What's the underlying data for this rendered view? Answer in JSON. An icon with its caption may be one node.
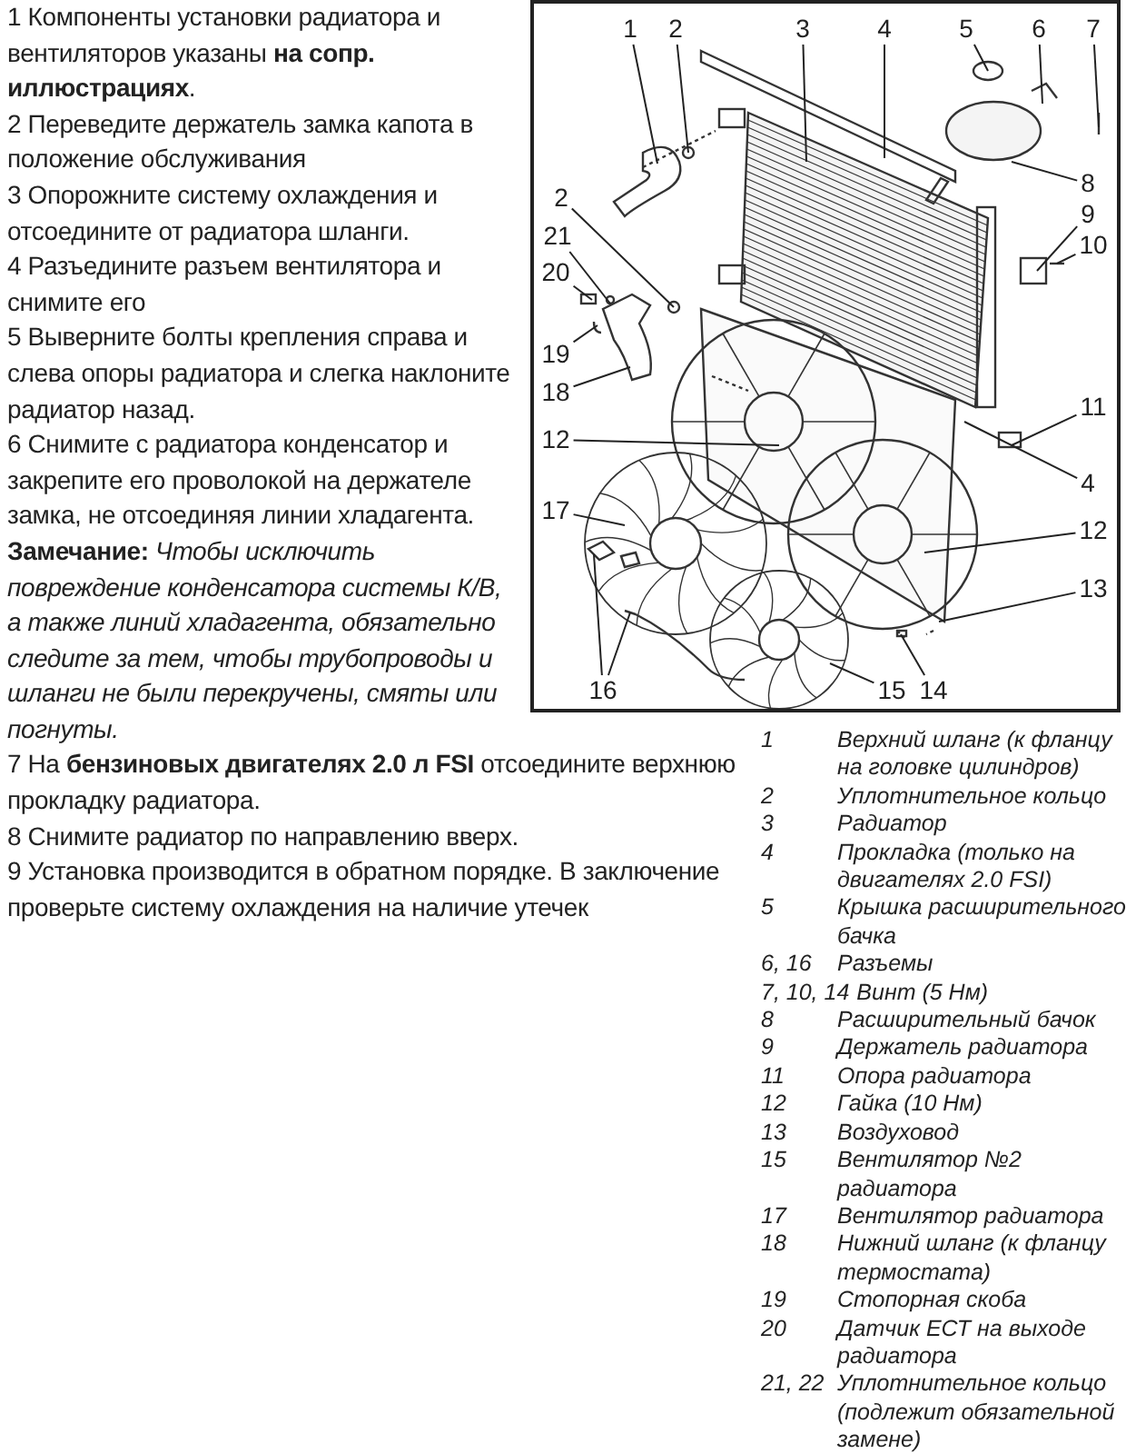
{
  "diagram": {
    "nodes": [
      {
        "text": [
          "1"
        ]
      },
      {
        "text": [
          "2"
        ]
      },
      {
        "text": [
          "3"
        ]
      },
      {
        "text": [
          "4"
        ]
      },
      {
        "text": [
          "5"
        ]
      },
      {
        "text": [
          "6"
        ]
      },
      {
        "text": [
          "7"
        ]
      },
      {
        "text": [
          "8"
        ]
      },
      {
        "text": [
          "2"
        ]
      },
      {
        "text": [
          "9"
        ]
      },
      {
        "text": [
          "21"
        ]
      },
      {
        "text": [
          "10"
        ]
      },
      {
        "text": [
          "20"
        ]
      },
      {
        "text": [
          "19"
        ]
      },
      {
        "text": [
          "18"
        ]
      },
      {
        "text": [
          "11"
        ]
      },
      {
        "text": [
          "12"
        ]
      },
      {
        "text": [
          "4"
        ]
      },
      {
        "text": [
          "17"
        ]
      },
      {
        "text": [
          "12"
        ]
      },
      {
        "text": [
          "13"
        ]
      },
      {
        "text": [
          "16"
        ]
      },
      {
        "text": [
          "15"
        ]
      },
      {
        "text": [
          "14"
        ]
      }
    ],
    "edges": [
      {
        "from": 0,
        "to": null,
        "arrow": "none"
      },
      {
        "from": 1,
        "to": null,
        "arrow": "none"
      },
      {
        "from": 2,
        "to": null,
        "arrow": "none"
      },
      {
        "from": 3,
        "to": null,
        "arrow": "none"
      },
      {
        "from": 4,
        "to": null,
        "arrow": "none"
      },
      {
        "from": 5,
        "to": null,
        "arrow": "none"
      },
      {
        "from": 6,
        "to": null,
        "arrow": "none"
      },
      {
        "from": 7,
        "to": null,
        "arrow": "none"
      },
      {
        "from": 8,
        "to": null,
        "arrow": "none"
      },
      {
        "from": 9,
        "to": null,
        "arrow": "none"
      },
      {
        "from": 10,
        "to": null,
        "arrow": "none"
      },
      {
        "from": 11,
        "to": null,
        "arrow": "none"
      },
      {
        "from": 12,
        "to": null,
        "arrow": "none"
      },
      {
        "from": 13,
        "to": null,
        "arrow": "none"
      },
      {
        "from": 14,
        "to": null,
        "arrow": "none"
      },
      {
        "from": 15,
        "to": null,
        "arrow": "none"
      },
      {
        "from": 16,
        "to": null,
        "arrow": "none"
      },
      {
        "from": 17,
        "to": null,
        "arrow": "none"
      },
      {
        "from": 18,
        "to": null,
        "arrow": "none"
      },
      {
        "from": 19,
        "to": null,
        "arrow": "none"
      },
      {
        "from": 20,
        "to": null,
        "arrow": "none"
      },
      {
        "from": 21,
        "to": null,
        "arrow": "none"
      },
      {
        "from": 21,
        "to": null,
        "arrow": "none"
      },
      {
        "from": 22,
        "to": null,
        "arrow": "none"
      },
      {
        "from": 23,
        "to": null,
        "arrow": "none"
      }
    ],
    "labels": [
      "1 Компоненты установки радиатора и вентиляторов указаны **на сопр. иллюстрациях**.",
      "2 Переведите держатель замка капота в положение обслуживания",
      "3 Опорожните систему охлаждения и отсоедините от радиатора шланги.",
      "4 Разъедините разъем вентилятора и снимите его",
      "5 Выверните болты крепления справа и слева опоры радиатора и слегка наклоните радиатор назад.",
      "6 Снимите с радиатора конденсатор и закрепите его проволокой на держателе замка, не отсоединяя линии хладагента. **Замечание:** *Чтобы исключить повреждение конденсатора системы К/В, а также линий хладагента, обязательно следите за тем, чтобы трубопроводы и шланги не были перекручены, смяты или погнуты.*",
      "7 На **бензиновых двигателях 2.0 л FSI** отсоедините верхнюю прокладку радиатора.",
      "8 Снимите радиатор по направлению вверх.",
      "9 Установка производится в обратном порядке. В заключение проверьте систему охлаждения на наличие утечек",
      "1",
      "Верхний шланг (к фланцу на головке цилиндров)",
      "2",
      "Уплотнительное кольцо",
      "3",
      "Радиатор",
      "4",
      "Прокладка (только на двигателях 2.0 FSI)",
      "5",
      "Крышка расширительного бачка",
      "6, 16",
      "Разъемы",
      "7, 10, 14",
      "Винт (5 Нм)",
      "8",
      "Расширительный бачок",
      "9",
      "Держатель радиатора",
      "11",
      "Опора радиатора",
      "12",
      "Гайка (10 Нм)",
      "13",
      "Воздуховод",
      "15",
      "Вентилятор №2 радиатора",
      "17",
      "Вентилятор радиатора",
      "18",
      "Нижний шланг (к фланцу термостата)",
      "19",
      "Стопорная скоба",
      "20",
      "Датчик ЕСТ на выходе радиатора",
      "21, 22",
      "Уплотнительное кольцо (подлежит обязательной замене)"
    ]
  }
}
